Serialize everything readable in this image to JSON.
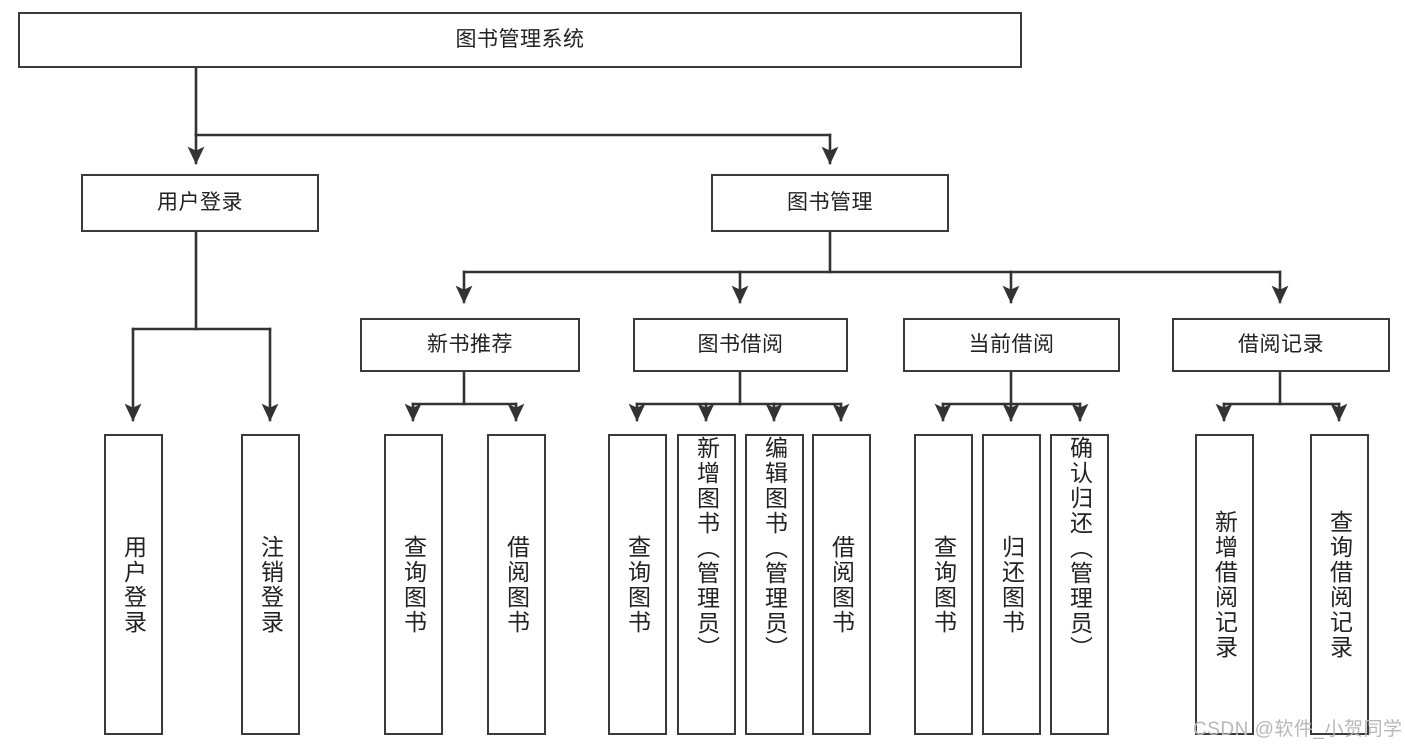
{
  "diagram": {
    "type": "tree-hierarchy",
    "title": "图书管理系统",
    "watermark": "CSDN @软件_小贺同学",
    "colors": {
      "box_border": "#3a3a3a",
      "box_fill": "#ffffff",
      "edge": "#333333",
      "text": "#222222",
      "watermark": "#b8b8b8"
    },
    "nodes": {
      "root": {
        "label": "图书管理系统",
        "orientation": "horizontal",
        "level": 0
      },
      "user_login": {
        "label": "用户登录",
        "orientation": "horizontal",
        "level": 1
      },
      "book_manage": {
        "label": "图书管理",
        "orientation": "horizontal",
        "level": 1
      },
      "new_book_rec": {
        "label": "新书推荐",
        "orientation": "horizontal",
        "level": 2
      },
      "book_borrow": {
        "label": "图书借阅",
        "orientation": "horizontal",
        "level": 2
      },
      "current_borrow": {
        "label": "当前借阅",
        "orientation": "horizontal",
        "level": 2
      },
      "borrow_record": {
        "label": "借阅记录",
        "orientation": "horizontal",
        "level": 2
      },
      "leaf_user_login": {
        "label": "用户登录",
        "orientation": "vertical",
        "level": 3
      },
      "leaf_logout": {
        "label": "注销登录",
        "orientation": "vertical",
        "level": 3
      },
      "leaf_query_book_1": {
        "label": "查询图书",
        "orientation": "vertical",
        "level": 3
      },
      "leaf_borrow_book_1": {
        "label": "借阅图书",
        "orientation": "vertical",
        "level": 3
      },
      "leaf_query_book_2": {
        "label": "查询图书",
        "orientation": "vertical",
        "level": 3
      },
      "leaf_add_book": {
        "label": "新增图书（管理员）",
        "orientation": "vertical",
        "level": 3
      },
      "leaf_edit_book": {
        "label": "编辑图书（管理员）",
        "orientation": "vertical",
        "level": 3
      },
      "leaf_borrow_book_2": {
        "label": "借阅图书",
        "orientation": "vertical",
        "level": 3
      },
      "leaf_query_book_3": {
        "label": "查询图书",
        "orientation": "vertical",
        "level": 3
      },
      "leaf_return_book": {
        "label": "归还图书",
        "orientation": "vertical",
        "level": 3
      },
      "leaf_confirm_return": {
        "label": "确认归还（管理员）",
        "orientation": "vertical",
        "level": 3
      },
      "leaf_add_record": {
        "label": "新增借阅记录",
        "orientation": "vertical",
        "level": 3
      },
      "leaf_query_record": {
        "label": "查询借阅记录",
        "orientation": "vertical",
        "level": 3
      }
    },
    "edges": [
      {
        "from": "root",
        "to": "user_login"
      },
      {
        "from": "root",
        "to": "book_manage"
      },
      {
        "from": "book_manage",
        "to": "new_book_rec"
      },
      {
        "from": "book_manage",
        "to": "book_borrow"
      },
      {
        "from": "book_manage",
        "to": "current_borrow"
      },
      {
        "from": "book_manage",
        "to": "borrow_record"
      },
      {
        "from": "user_login",
        "to": "leaf_user_login"
      },
      {
        "from": "user_login",
        "to": "leaf_logout"
      },
      {
        "from": "new_book_rec",
        "to": "leaf_query_book_1"
      },
      {
        "from": "new_book_rec",
        "to": "leaf_borrow_book_1"
      },
      {
        "from": "book_borrow",
        "to": "leaf_query_book_2"
      },
      {
        "from": "book_borrow",
        "to": "leaf_add_book"
      },
      {
        "from": "book_borrow",
        "to": "leaf_edit_book"
      },
      {
        "from": "book_borrow",
        "to": "leaf_borrow_book_2"
      },
      {
        "from": "current_borrow",
        "to": "leaf_query_book_3"
      },
      {
        "from": "current_borrow",
        "to": "leaf_return_book"
      },
      {
        "from": "current_borrow",
        "to": "leaf_confirm_return"
      },
      {
        "from": "borrow_record",
        "to": "leaf_add_record"
      },
      {
        "from": "borrow_record",
        "to": "leaf_query_record"
      }
    ]
  }
}
